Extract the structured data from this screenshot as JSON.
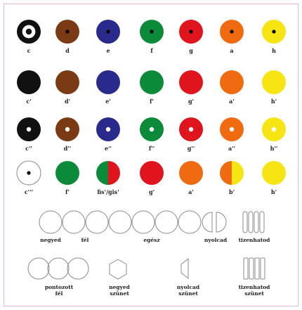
{
  "colors": {
    "c": "#111111",
    "d": "#7a3a14",
    "e": "#2a2a8c",
    "f": "#0b8a3a",
    "g": "#e0141c",
    "a": "#f06a10",
    "h": "#f6e512",
    "outline": "#8a8a8a"
  },
  "rows": [
    {
      "notes": [
        {
          "label": "c",
          "color": "c",
          "style": "target"
        },
        {
          "label": "d",
          "color": "d",
          "style": "dot"
        },
        {
          "label": "e",
          "color": "e",
          "style": "dot"
        },
        {
          "label": "f",
          "color": "f",
          "style": "dot"
        },
        {
          "label": "g",
          "color": "g",
          "style": "dot"
        },
        {
          "label": "a",
          "color": "a",
          "style": "dot"
        },
        {
          "label": "h",
          "color": "h",
          "style": "dot"
        }
      ]
    },
    {
      "notes": [
        {
          "label": "c'",
          "color": "c",
          "style": "solid"
        },
        {
          "label": "d'",
          "color": "d",
          "style": "solid"
        },
        {
          "label": "e'",
          "color": "e",
          "style": "solid"
        },
        {
          "label": "f'",
          "color": "f",
          "style": "solid"
        },
        {
          "label": "g'",
          "color": "g",
          "style": "solid"
        },
        {
          "label": "a'",
          "color": "a",
          "style": "solid"
        },
        {
          "label": "h'",
          "color": "h",
          "style": "solid"
        }
      ]
    },
    {
      "notes": [
        {
          "label": "c''",
          "color": "c",
          "style": "hole"
        },
        {
          "label": "d''",
          "color": "d",
          "style": "hole"
        },
        {
          "label": "e''",
          "color": "e",
          "style": "hole"
        },
        {
          "label": "f''",
          "color": "f",
          "style": "hole"
        },
        {
          "label": "g''",
          "color": "g",
          "style": "hole"
        },
        {
          "label": "a''",
          "color": "a",
          "style": "hole"
        },
        {
          "label": "h''",
          "color": "h",
          "style": "hole"
        }
      ]
    },
    {
      "notes": [
        {
          "label": "c'''",
          "color": "c",
          "style": "outline-dot"
        },
        {
          "label": "f'",
          "color": "f",
          "style": "solid"
        },
        {
          "label": "fis'/gis'",
          "color": "f",
          "color2": "g",
          "style": "split"
        },
        {
          "label": "g'",
          "color": "g",
          "style": "solid"
        },
        {
          "label": "a'",
          "color": "a",
          "style": "solid"
        },
        {
          "label": "b'",
          "color": "a",
          "color2": "h",
          "style": "split"
        },
        {
          "label": "h'",
          "color": "h",
          "style": "solid"
        }
      ]
    }
  ],
  "legend": {
    "row1": {
      "negyed": "negyed",
      "fel": "fél",
      "egesz": "egész",
      "nyolcad": "nyolcad",
      "tizenhatod": "tizenhatod"
    },
    "row2": {
      "pontozott": "pontozott\nfél",
      "negyed_szunet": "negyed\nszünet",
      "nyolcad_szunet": "nyolcad\nszünet",
      "tizenhatod_szunet": "tizenhatod\nszünet"
    }
  }
}
